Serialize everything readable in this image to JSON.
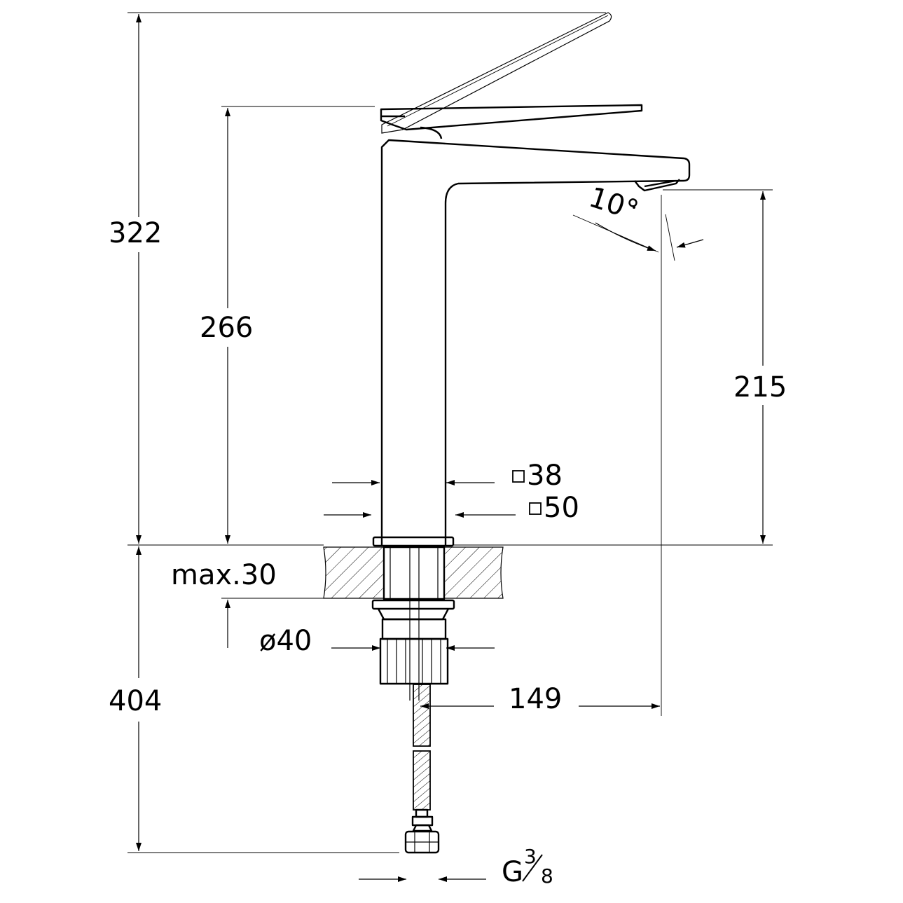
{
  "dimensions": {
    "overall_height": "322",
    "handle_height": "266",
    "spout_height": "215",
    "lever_angle": "10°",
    "body_square": "38",
    "base_square": "50",
    "max_thickness": "max.30",
    "shank_diameter": "ø40",
    "spout_reach": "149",
    "hose_length": "404",
    "connection_g": "G",
    "connection_num": "3",
    "connection_den": "8"
  },
  "colors": {
    "line": "#000000",
    "background": "#ffffff"
  }
}
